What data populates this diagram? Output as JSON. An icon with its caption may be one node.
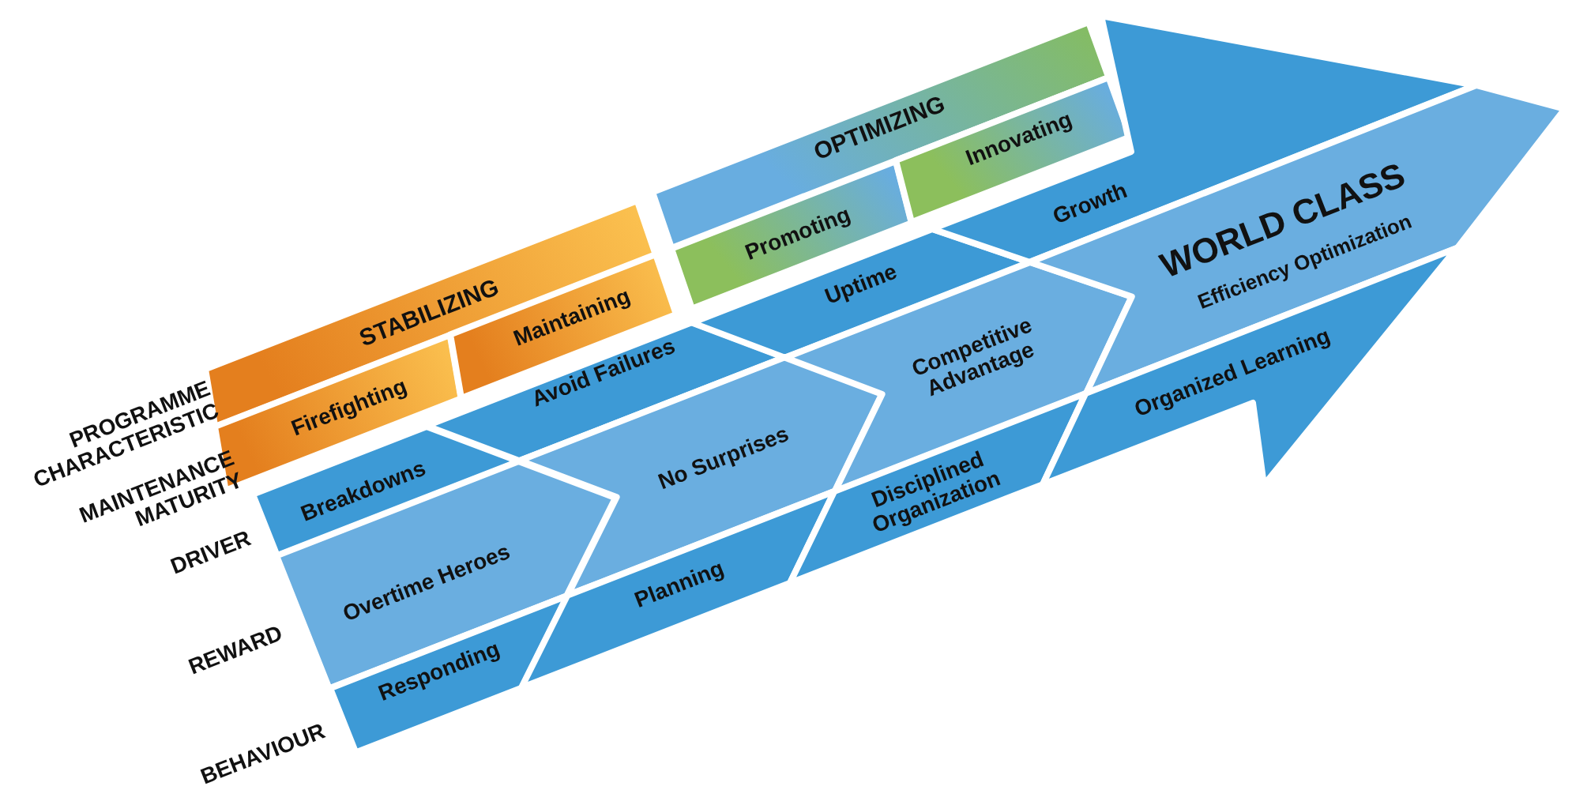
{
  "diagram": {
    "nodes": [
      {
        "text": [
          "STABILIZING"
        ]
      },
      {
        "text": [
          "Firefighting"
        ]
      },
      {
        "text": [
          "Maintaining"
        ]
      },
      {
        "text": [
          "OPTIMIZING"
        ]
      },
      {
        "text": [
          "Promoting"
        ]
      },
      {
        "text": [
          "Innovating"
        ]
      },
      {
        "text": [
          "Breakdowns"
        ]
      },
      {
        "text": [
          "Avoid Failures"
        ]
      },
      {
        "text": [
          "Uptime"
        ]
      },
      {
        "text": [
          "Growth"
        ]
      },
      {
        "text": [
          "Overtime Heroes"
        ]
      },
      {
        "text": [
          "No Surprises"
        ]
      },
      {
        "text": [
          "Competitive Advantage"
        ]
      },
      {
        "text": [
          "WORLD CLASS",
          "Efficiency Optimization"
        ]
      },
      {
        "text": [
          "Responding"
        ]
      },
      {
        "text": [
          "Planning"
        ]
      },
      {
        "text": [
          "Disciplined Organization"
        ]
      },
      {
        "text": [
          "Organized Learning"
        ]
      }
    ],
    "labels": [
      "PROGRAMME CHARACTERISTIC",
      "MAINTENANCE MATURITY",
      "DRIVER",
      "REWARD",
      "BEHAVIOUR"
    ]
  }
}
